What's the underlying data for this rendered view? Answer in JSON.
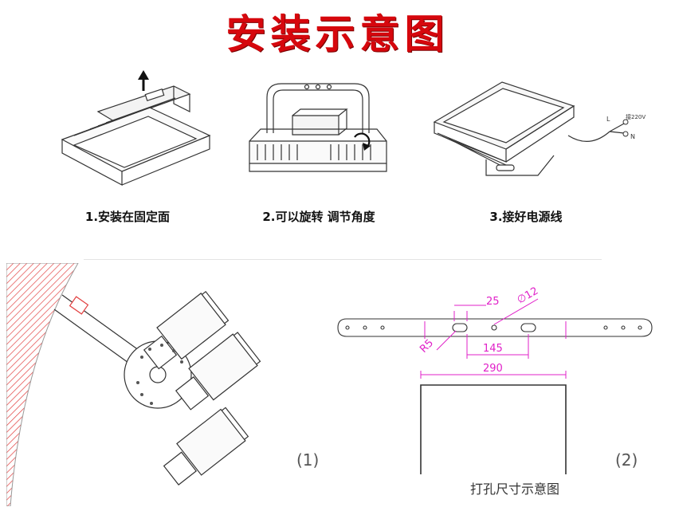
{
  "title": "安装示意图",
  "colors": {
    "title": "#d6070d",
    "dimension": "#e020c8",
    "hatch": "#e24040",
    "line": "#333333"
  },
  "steps": [
    {
      "caption": "1.安装在固定面"
    },
    {
      "caption": "2.可以旋转 调节角度"
    },
    {
      "caption": "3.接好电源线"
    }
  ],
  "wire_labels": {
    "live": "L",
    "neutral": "N",
    "voltage": "接220V"
  },
  "panel1": {
    "number": "(1)"
  },
  "panel2": {
    "number": "(2)",
    "caption": "打孔尺寸示意图",
    "dims": {
      "d25": "25",
      "phi12": "∅12",
      "r5": "R5",
      "d145": "145",
      "d290": "290"
    }
  }
}
